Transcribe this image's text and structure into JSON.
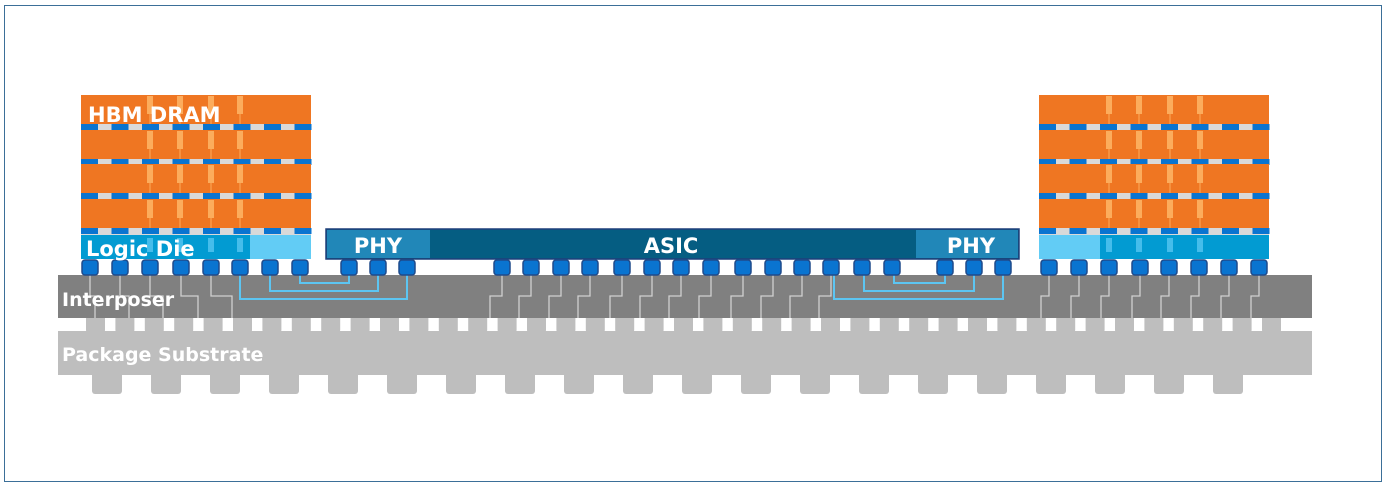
{
  "labels": {
    "hbm": "HBM DRAM",
    "logic_die": "Logic Die",
    "phy_left": "PHY",
    "asic": "ASIC",
    "phy_right": "PHY",
    "interposer": "Interposer",
    "substrate": "Package Substrate"
  },
  "colors": {
    "dram": "#ef7622",
    "tsv": "#fcac5c",
    "logic_die": "#029bd2",
    "logic_die_light": "#62ccf5",
    "bump": "#0a74d0",
    "bump_border": "#1f4a8a",
    "phy": "#2187b8",
    "asic": "#055d82",
    "asic_border": "#1f3f7a",
    "interposer": "#808080",
    "substrate": "#bebebe",
    "wire": "#5cc5f2",
    "trace": "#d0d0d0"
  }
}
